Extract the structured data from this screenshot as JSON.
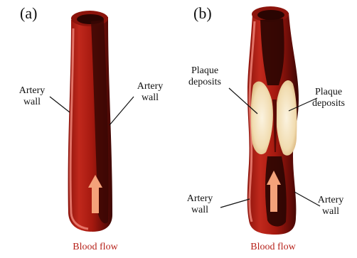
{
  "panels": [
    {
      "label": "(a)",
      "annotations": [
        {
          "text": "Artery\nwall"
        },
        {
          "text": "Artery\nwall"
        }
      ],
      "caption": "Blood flow"
    },
    {
      "label": "(b)",
      "annotations": [
        {
          "text": "Plaque\ndeposits"
        },
        {
          "text": "Plaque\ndeposits"
        },
        {
          "text": "Artery\nwall"
        },
        {
          "text": "Artery\nwall"
        }
      ],
      "caption": "Blood flow"
    }
  ],
  "colors": {
    "artery_outer": "#c0281c",
    "artery_inner": "#6d0d08",
    "artery_dark": "#2a0502",
    "highlight": "#f28a7d",
    "plaque": "#f6e7c6",
    "arrow": "#f4a27a",
    "caption_text": "#b51e16",
    "leader_line": "#111111"
  },
  "icons": {
    "flow_arrow": "up-arrow-icon"
  }
}
